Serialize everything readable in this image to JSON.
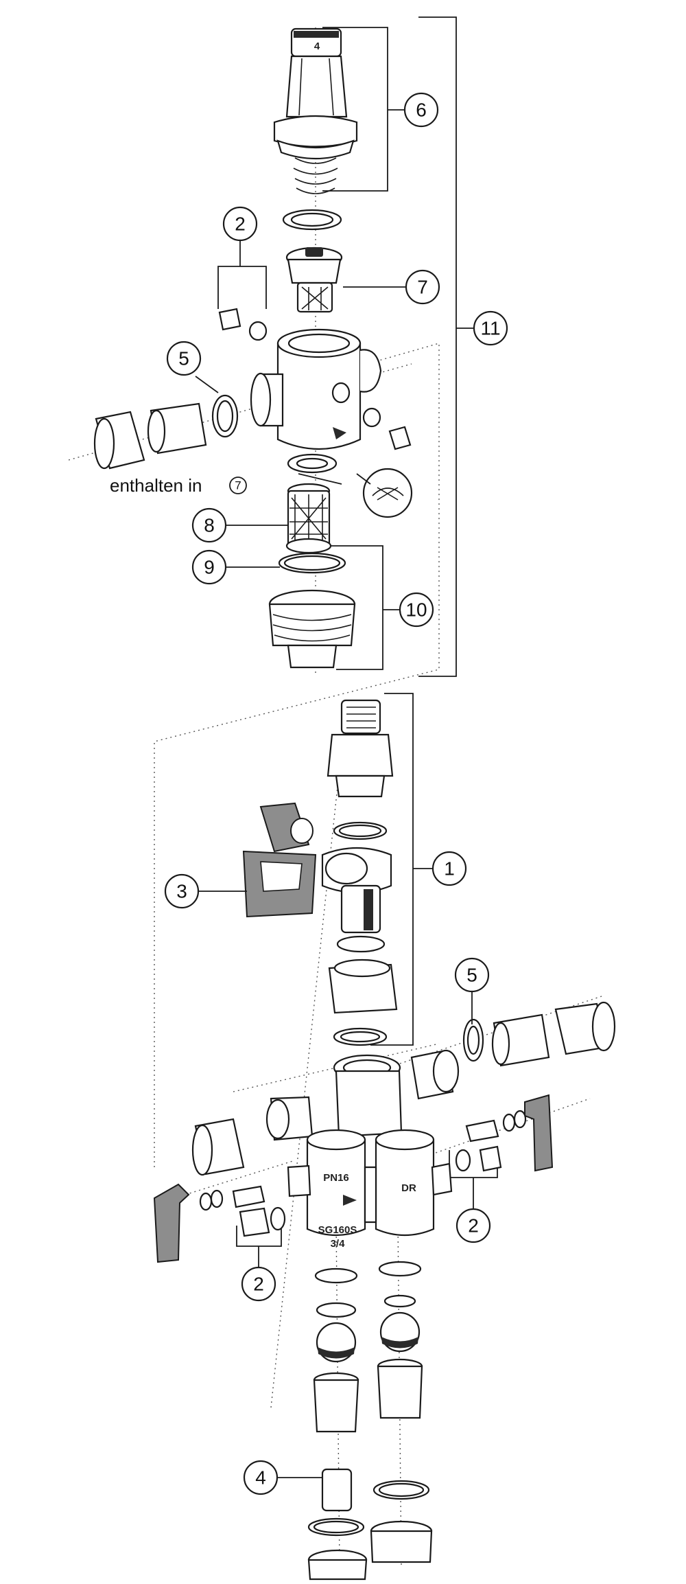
{
  "callouts": {
    "c1": "1",
    "c2a": "2",
    "c2b": "2",
    "c2c": "2",
    "c3": "3",
    "c4": "4",
    "c5a": "5",
    "c5b": "5",
    "c6": "6",
    "c7": "7",
    "c8": "8",
    "c9": "9",
    "c10": "10",
    "c11": "11"
  },
  "note": {
    "prefix": "enthalten in",
    "ref": "7"
  },
  "body_markings": {
    "pressure": "PN16",
    "model": "SG160S",
    "size": "3/4",
    "dr": "DR",
    "cap_number": "4"
  }
}
